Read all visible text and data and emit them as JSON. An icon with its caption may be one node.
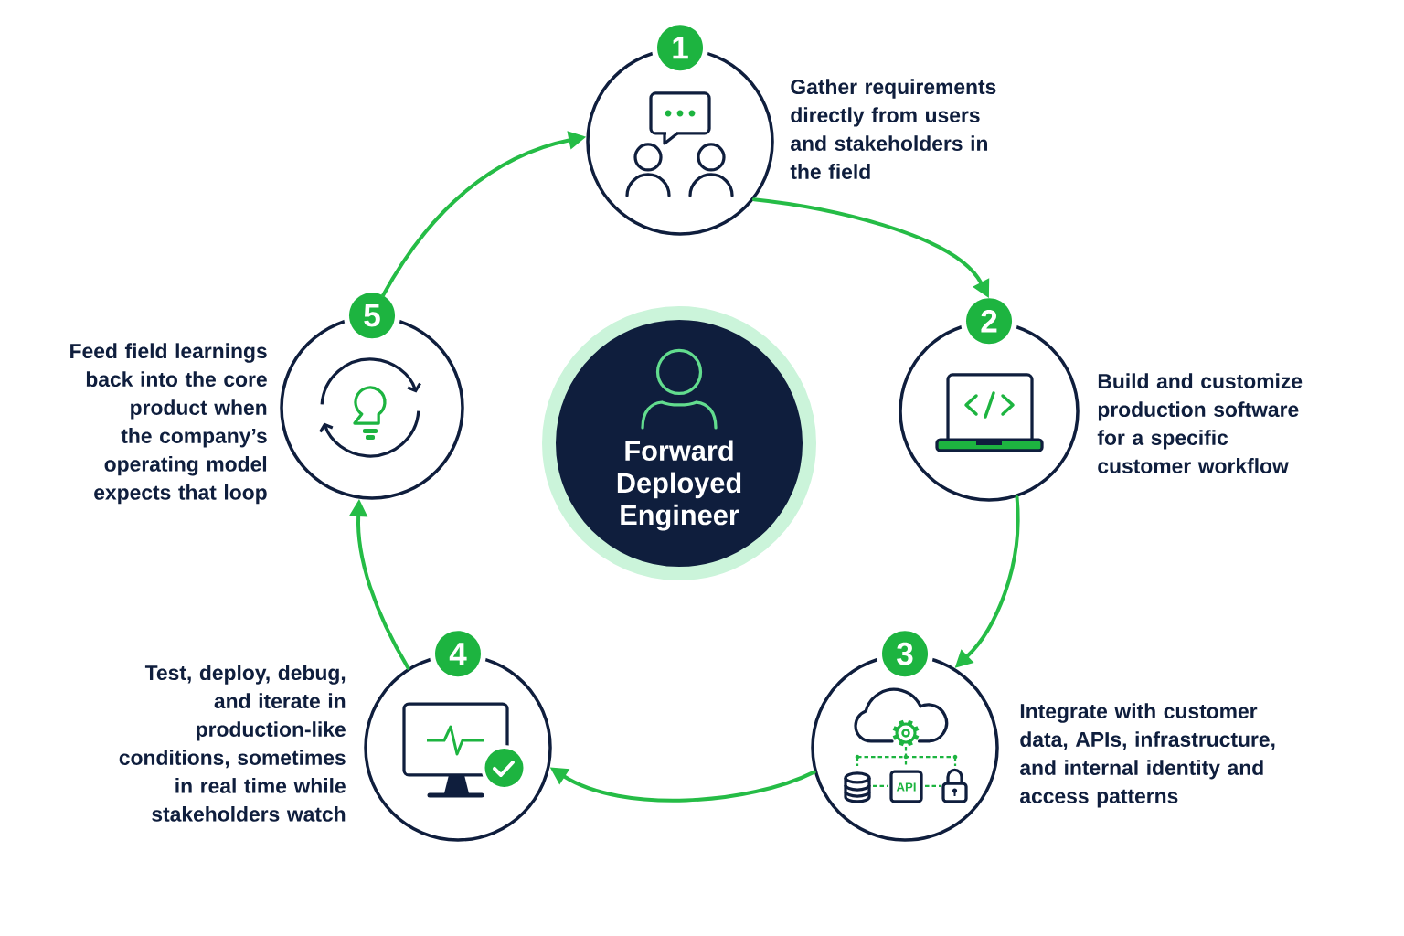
{
  "diagram": {
    "nodes": [
      {
        "text": [
          "1"
        ],
        "beside": [
          "Gather requirements directly from users and stakeholders in the field"
        ]
      },
      {
        "text": [
          "2"
        ],
        "beside": [
          "Build and customize production software for a specific customer workflow"
        ]
      },
      {
        "text": [
          "3"
        ],
        "beside": [
          "Integrate with customer data, APIs, infrastructure, and internal identity and access patterns"
        ]
      },
      {
        "text": [
          "4"
        ],
        "beside": [
          "Test, deploy, debug, and iterate in production-like conditions, sometimes in real time while stakeholders watch"
        ]
      },
      {
        "text": [
          "5"
        ],
        "beside": [
          "Feed field learnings back into the core product when the company’s operating model expects that loop"
        ]
      },
      {
        "text": [
          "Forward Deployed Engineer"
        ]
      }
    ],
    "edges": [
      {
        "from": 0,
        "to": 1,
        "arrow": "to"
      },
      {
        "from": 1,
        "to": 2,
        "arrow": "to"
      },
      {
        "from": 2,
        "to": 3,
        "arrow": "to"
      },
      {
        "from": 3,
        "to": 4,
        "arrow": "to"
      },
      {
        "from": 4,
        "to": 0,
        "arrow": "to"
      }
    ],
    "labels": [
      "API"
    ]
  }
}
